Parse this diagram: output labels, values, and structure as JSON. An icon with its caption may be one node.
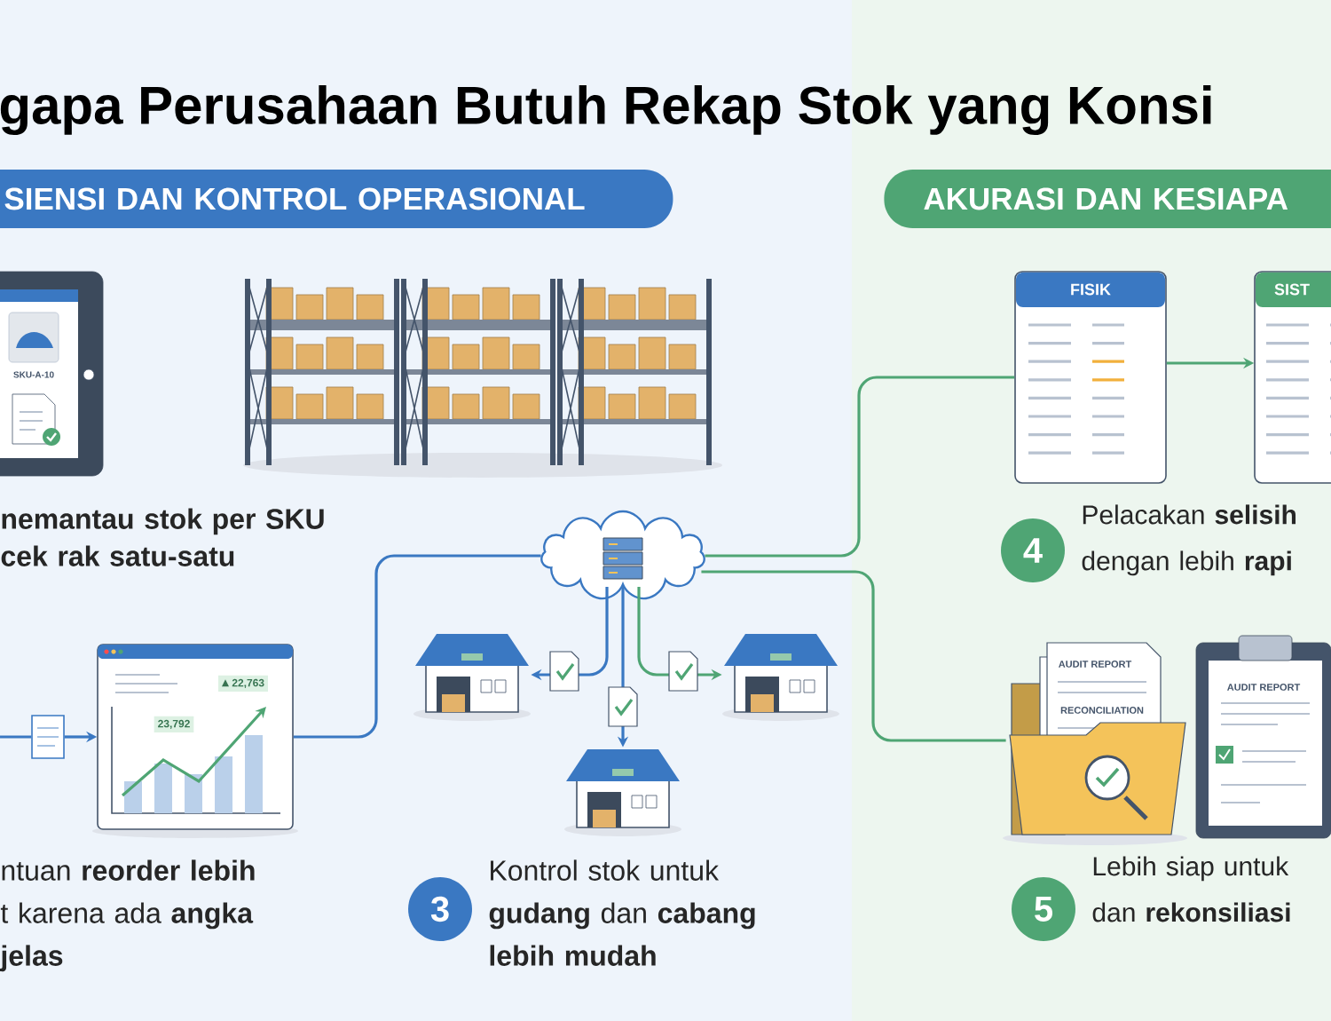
{
  "diagram": {
    "title": "gapa Perusahaan Butuh Rekap Stok yang Konsi",
    "nodes": [
      {
        "text": [
          "SIENSI DAN KONTROL OPERASIONAL"
        ]
      },
      {
        "text": [
          "AKURASI DAN KESIAPA"
        ]
      },
      {
        "text": [
          "FISIK"
        ]
      },
      {
        "text": [
          "SIST"
        ]
      },
      {
        "text": [],
        "shape": "cloud"
      },
      {
        "text": [],
        "shape": "picture"
      },
      {
        "text": [
          "22,763",
          "23,792"
        ]
      },
      {
        "text": [],
        "shape": "picture"
      },
      {
        "text": [],
        "shape": "picture"
      },
      {
        "text": [],
        "shape": "picture"
      },
      {
        "text": [
          "AUDIT REPORT",
          "RECONCILIATION"
        ]
      },
      {
        "text": [
          "AUDIT REPORT"
        ]
      }
    ],
    "edges": [
      {
        "from": null,
        "to": 5,
        "arrow": "none"
      },
      {
        "from": 5,
        "to": 6,
        "arrow": "to"
      },
      {
        "from": 6,
        "to": 4,
        "arrow": "none"
      },
      {
        "from": 4,
        "to": 7,
        "arrow": "to"
      },
      {
        "from": 4,
        "to": 9,
        "arrow": "to"
      },
      {
        "from": 4,
        "to": 8,
        "arrow": "to",
        "color": "#4fa574"
      },
      {
        "from": 4,
        "to": 2,
        "arrow": "none",
        "color": "#4fa574"
      },
      {
        "from": 4,
        "to": 10,
        "arrow": "none",
        "color": "#4fa574"
      },
      {
        "from": 2,
        "to": 3,
        "arrow": "to",
        "color": "#4fa574"
      }
    ],
    "labels": [
      "SKU-A-10",
      "nemantau stok per SKU cek rak satu-satu",
      "4",
      "Pelacakan **selisih** dengan lebih **rapi**",
      "ntuan **reorder lebih** t karena ada **angka jelas**",
      "3",
      "Kontrol stok untuk **gudang** dan **cabang lebih mudah**",
      "5",
      "Lebih siap untuk dan **rekonsiliasi**"
    ]
  }
}
